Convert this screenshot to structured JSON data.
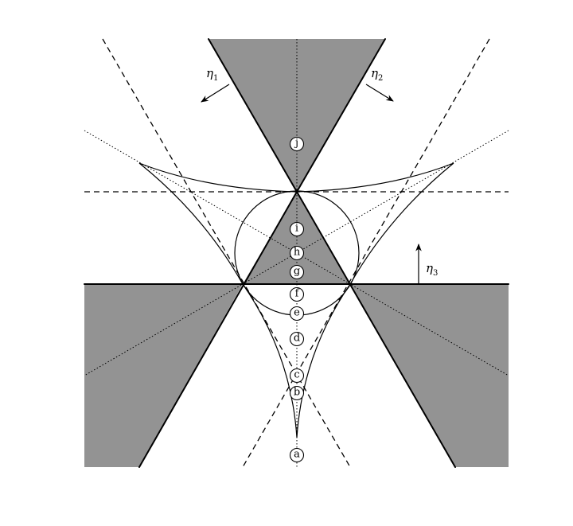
{
  "markers": [
    "a",
    "b",
    "c",
    "d",
    "e",
    "f",
    "g",
    "h",
    "i",
    "j"
  ],
  "normals": [
    {
      "symbol": "η",
      "subscript": "1"
    },
    {
      "symbol": "η",
      "subscript": "2"
    },
    {
      "symbol": "η",
      "subscript": "3"
    }
  ],
  "colors": {
    "region_fill": "#939393",
    "line": "#000000",
    "background": "#ffffff"
  }
}
